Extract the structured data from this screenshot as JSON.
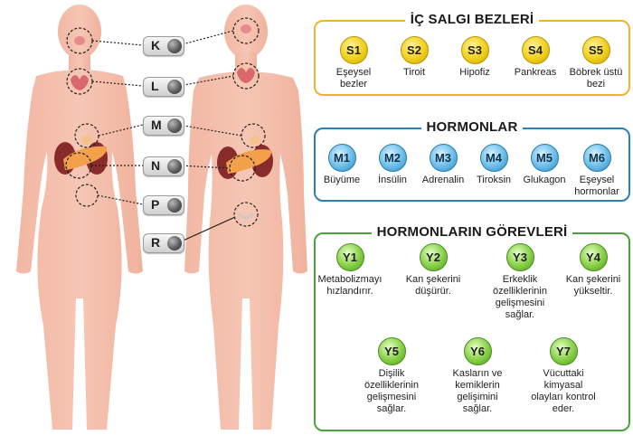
{
  "body_labels": [
    "K",
    "L",
    "M",
    "N",
    "P",
    "R"
  ],
  "panels": {
    "glands": {
      "title": "İÇ SALGI BEZLERİ",
      "border_color": "#f0b32a",
      "items": [
        {
          "code": "S1",
          "text": "Eşeysel bezler"
        },
        {
          "code": "S2",
          "text": "Tiroit"
        },
        {
          "code": "S3",
          "text": "Hipofiz"
        },
        {
          "code": "S4",
          "text": "Pankreas"
        },
        {
          "code": "S5",
          "text": "Böbrek üstü bezi"
        }
      ]
    },
    "hormones": {
      "title": "HORMONLAR",
      "border_color": "#2d7fb8",
      "items": [
        {
          "code": "M1",
          "text": "Büyüme"
        },
        {
          "code": "M2",
          "text": "İnsülin"
        },
        {
          "code": "M3",
          "text": "Adrenalin"
        },
        {
          "code": "M4",
          "text": "Tiroksin"
        },
        {
          "code": "M5",
          "text": "Glukagon"
        },
        {
          "code": "M6",
          "text": "Eşeysel hormonlar"
        }
      ]
    },
    "functions": {
      "title": "HORMONLARIN GÖREVLERİ",
      "border_color": "#4aa33a",
      "items": [
        {
          "code": "Y1",
          "text": "Metabolizmayı hızlandırır."
        },
        {
          "code": "Y2",
          "text": "Kan şekerini düşürür."
        },
        {
          "code": "Y3",
          "text": "Erkeklik özelliklerinin gelişmesini sağlar."
        },
        {
          "code": "Y4",
          "text": "Kan şekerini yükseltir."
        },
        {
          "code": "Y5",
          "text": "Dişilik özelliklerinin gelişmesini sağlar."
        },
        {
          "code": "Y6",
          "text": "Kasların ve kemiklerin gelişimini sağlar."
        },
        {
          "code": "Y7",
          "text": "Vücuttaki kimyasal olayları kontrol eder."
        }
      ]
    }
  }
}
